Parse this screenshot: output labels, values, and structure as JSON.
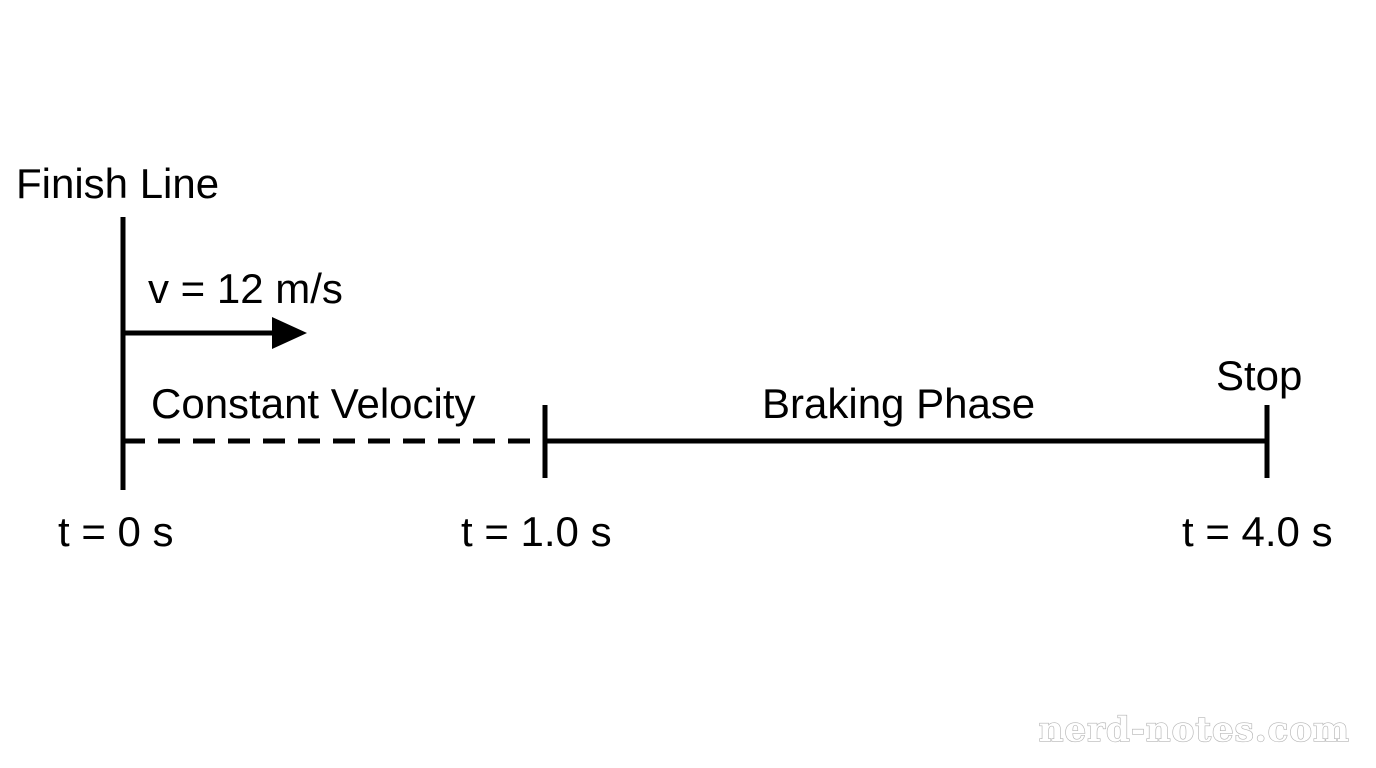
{
  "labels": {
    "finish_line": "Finish Line",
    "velocity": "v = 12 m/s",
    "constant_velocity": "Constant Velocity",
    "braking_phase": "Braking Phase",
    "stop": "Stop",
    "time_start": "t = 0 s",
    "time_brake": "t = 1.0 s",
    "time_stop": "t = 4.0 s"
  },
  "watermark": "nerd-notes.com",
  "colors": {
    "ink": "#000000",
    "background": "#ffffff",
    "watermark_outline": "#b5b5b5"
  }
}
